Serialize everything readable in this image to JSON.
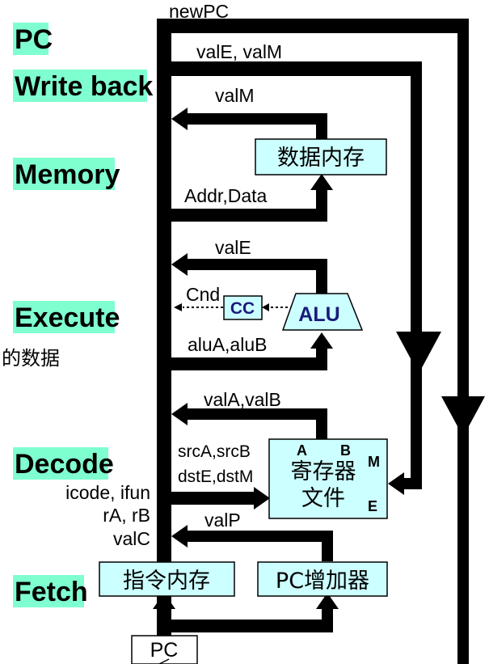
{
  "colors": {
    "stage_label_bg": "#7fffd0",
    "box_fill": "#ccffff",
    "wire": "#000000"
  },
  "stage_labels": {
    "pc": "PC",
    "write_back": "Write back",
    "memory": "Memory",
    "execute": "Execute",
    "decode": "Decode",
    "fetch": "Fetch"
  },
  "side_text": "的数据",
  "wires": {
    "new_pc": "newPC",
    "vale_valm": "valE, valM",
    "valm": "valM",
    "addr_data": "Addr,Data",
    "vale": "valE",
    "cnd": "Cnd",
    "alua_alub": "aluA,aluB",
    "vala_valb": "valA,valB",
    "srca_srcb": "srcA,srcB",
    "dste_dstm": "dstE,dstM",
    "icode_ifun": "icode, ifun",
    "ra_rb": "rA, rB",
    "valc": "valC",
    "valp": "valP"
  },
  "blocks": {
    "data_memory": "数据内存",
    "alu": "ALU",
    "cc": "CC",
    "register_file_line1": "寄存器",
    "register_file_line2": "文件",
    "port_a": "A",
    "port_b": "B",
    "port_m": "M",
    "port_e": "E",
    "instruction_memory": "指令内存",
    "pc_incrementer": "PC增加器",
    "pc_register": "PC"
  }
}
